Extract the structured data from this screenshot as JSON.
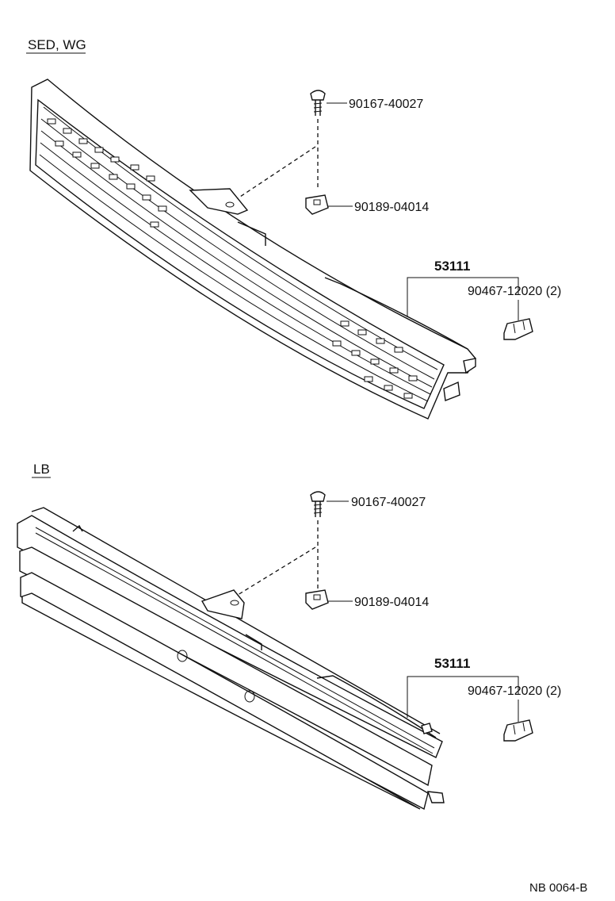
{
  "sections": [
    {
      "label": "SED, WG",
      "parts": {
        "screw": "90167-40027",
        "nut": "90189-04014",
        "assembly": "53111",
        "clip": "90467-12020 (2)"
      }
    },
    {
      "label": "LB",
      "parts": {
        "screw": "90167-40027",
        "nut": "90189-04014",
        "assembly": "53111",
        "clip": "90467-12020 (2)"
      }
    }
  ],
  "footer": {
    "code": "NB  0064-B"
  }
}
